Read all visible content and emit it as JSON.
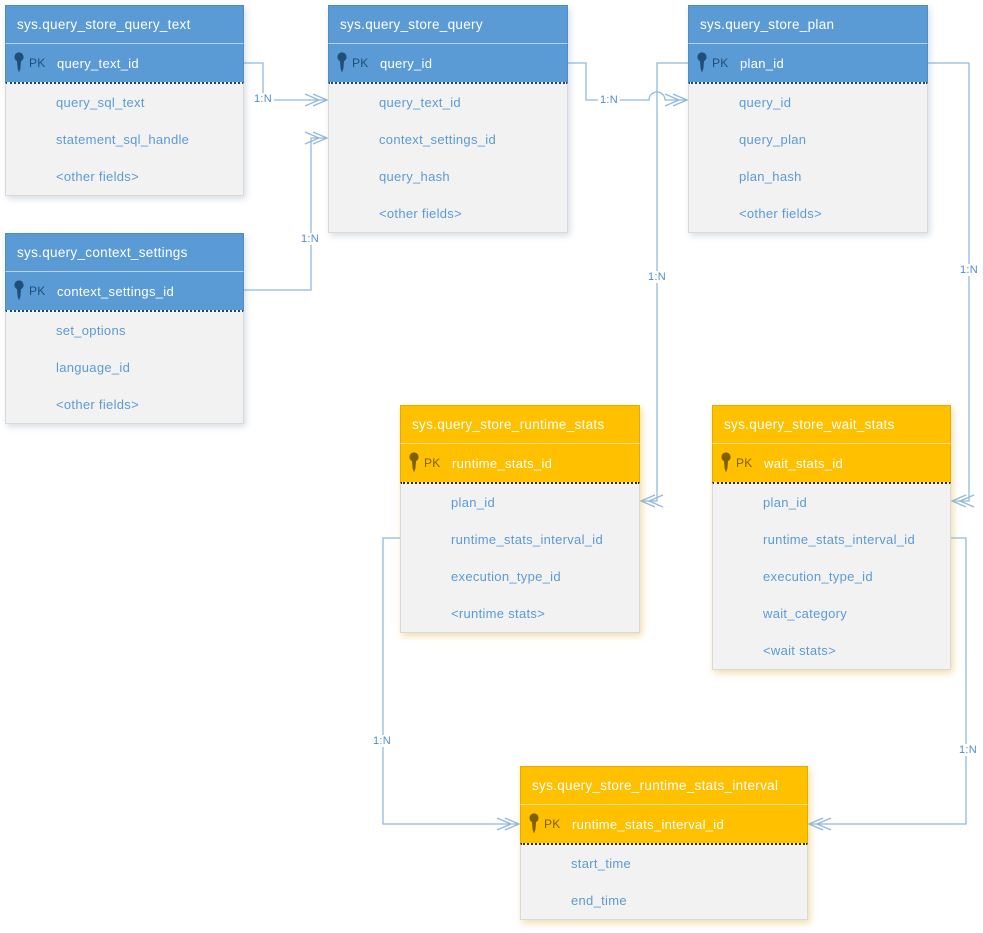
{
  "colors": {
    "blue_header": "#5B9BD5",
    "blue_key": "#1F4E79",
    "orange_header": "#FFC000",
    "orange_key": "#7F6000",
    "body_background": "#F2F2F2",
    "field_text": "#5B9BD5",
    "connector_line": "#92B9DE",
    "connector_label": "#4F8FCA"
  },
  "entities": [
    {
      "name": "sys.query_store_query_text",
      "theme": "blue",
      "pk_badge": "PK",
      "pk_field": "query_text_id",
      "fields": [
        "query_sql_text",
        "statement_sql_handle",
        "<other fields>"
      ]
    },
    {
      "name": "sys.query_store_query",
      "theme": "blue",
      "pk_badge": "PK",
      "pk_field": "query_id",
      "fields": [
        "query_text_id",
        "context_settings_id",
        "query_hash",
        "<other fields>"
      ]
    },
    {
      "name": "sys.query_store_plan",
      "theme": "blue",
      "pk_badge": "PK",
      "pk_field": "plan_id",
      "fields": [
        "query_id",
        "query_plan",
        "plan_hash",
        "<other fields>"
      ]
    },
    {
      "name": "sys.query_context_settings",
      "theme": "blue",
      "pk_badge": "PK",
      "pk_field": "context_settings_id",
      "fields": [
        "set_options",
        "language_id",
        "<other fields>"
      ]
    },
    {
      "name": "sys.query_store_runtime_stats",
      "theme": "orange",
      "pk_badge": "PK",
      "pk_field": "runtime_stats_id",
      "fields": [
        "plan_id",
        "runtime_stats_interval_id",
        "execution_type_id",
        "<runtime stats>"
      ]
    },
    {
      "name": "sys.query_store_wait_stats",
      "theme": "orange",
      "pk_badge": "PK",
      "pk_field": "wait_stats_id",
      "fields": [
        "plan_id",
        "runtime_stats_interval_id",
        "execution_type_id",
        "wait_category",
        "<wait stats>"
      ]
    },
    {
      "name": "sys.query_store_runtime_stats_interval",
      "theme": "orange",
      "pk_badge": "PK",
      "pk_field": "runtime_stats_interval_id",
      "fields": [
        "start_time",
        "end_time"
      ]
    }
  ],
  "connections": [
    {
      "label": "1:N",
      "from": "sys.query_store_query_text.query_text_id",
      "to": "sys.query_store_query.query_text_id"
    },
    {
      "label": "1:N",
      "from": "sys.query_context_settings.context_settings_id",
      "to": "sys.query_store_query.context_settings_id"
    },
    {
      "label": "1:N",
      "from": "sys.query_store_query.query_id",
      "to": "sys.query_store_plan.query_id"
    },
    {
      "label": "1:N",
      "from": "sys.query_store_plan.plan_id",
      "to": "sys.query_store_runtime_stats.plan_id"
    },
    {
      "label": "1:N",
      "from": "sys.query_store_plan.plan_id",
      "to": "sys.query_store_wait_stats.plan_id"
    },
    {
      "label": "1:N",
      "from": "sys.query_store_runtime_stats.runtime_stats_interval_id",
      "to": "sys.query_store_runtime_stats_interval.runtime_stats_interval_id"
    },
    {
      "label": "1:N",
      "from": "sys.query_store_wait_stats.runtime_stats_interval_id",
      "to": "sys.query_store_runtime_stats_interval.runtime_stats_interval_id"
    }
  ]
}
